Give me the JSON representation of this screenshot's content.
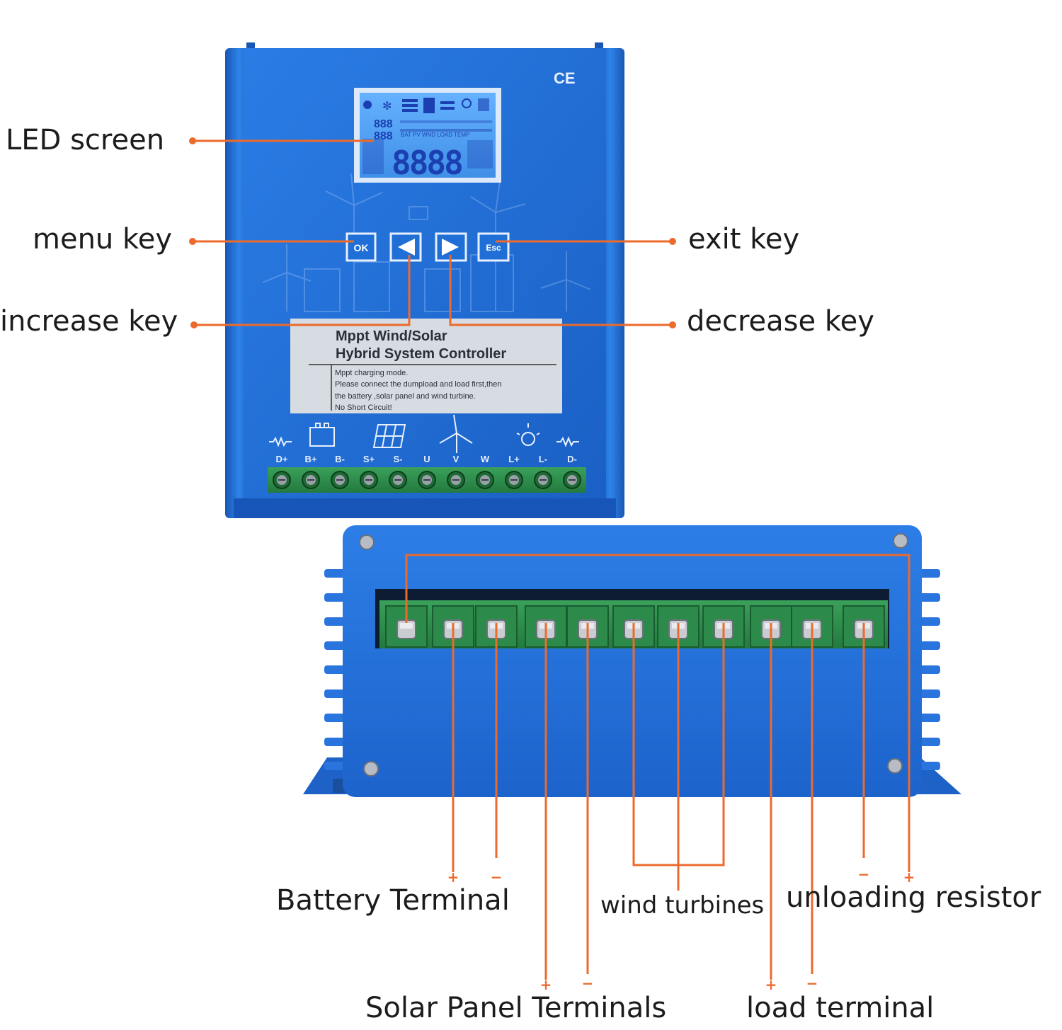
{
  "labels": {
    "led_screen": "LED screen",
    "menu_key": "menu key",
    "increase_key": "increase key",
    "exit_key": "exit key",
    "decrease_key": "decrease key",
    "battery_terminal": "Battery Terminal",
    "wind_turbines": "wind turbines",
    "unloading_resistor": "unloading resistor",
    "solar_panel_terminals": "Solar Panel Terminals",
    "load_terminal": "load terminal"
  },
  "polarity": {
    "plus": "+",
    "minus": "−"
  },
  "device": {
    "ce_mark": "CE",
    "lcd_digits": "8888",
    "lcd_small_digits": "888",
    "lcd_row_text": "BAT PV WND LOAD TEMP",
    "btn_ok": "OK",
    "btn_esc": "Esc",
    "panel_title_line1": "Mppt Wind/Solar",
    "panel_title_line2": "Hybrid System Controller",
    "panel_note_line1": "Mppt charging mode.",
    "panel_note_line2": "Please connect the dumpload and load first,then",
    "panel_note_line3": "the battery ,solar panel and wind turbine.",
    "panel_note_line4": "No Short Circuit!",
    "terminal_labels": [
      "D+",
      "B+",
      "B-",
      "S+",
      "S-",
      "U",
      "V",
      "W",
      "L+",
      "L-",
      "D-"
    ]
  },
  "colors": {
    "device_blue": "#1f6fd6",
    "device_blue_dark": "#1552a8",
    "lcd_blue": "#5aa7f5",
    "terminal_green": "#2f8a4a",
    "leader_orange": "#ec6a2c"
  }
}
